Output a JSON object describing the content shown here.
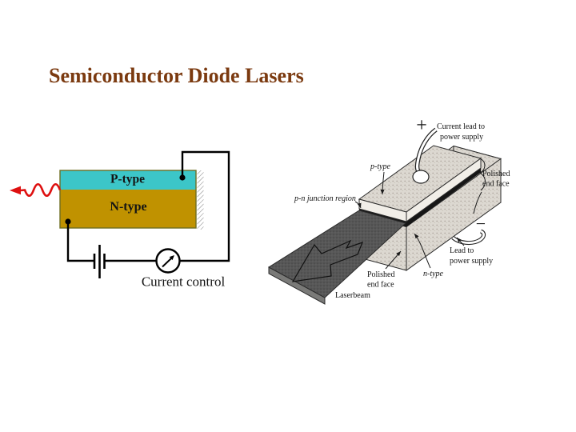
{
  "slide": {
    "title": "Semiconductor Diode Lasers",
    "title_color": "#7B3A10",
    "background": "#FFFFFF"
  },
  "left_diagram": {
    "p_type": "P-type",
    "n_type": "N-type",
    "current_control": "Current control",
    "colors": {
      "p_type_fill": "#3CC6C8",
      "n_type_fill": "#C09200",
      "laser_wave": "#DE1010",
      "wire": "#000000"
    }
  },
  "right_figure": {
    "plus": "+",
    "minus": "−",
    "current_lead": {
      "line1": "Current lead to",
      "line2": "power supply"
    },
    "p_type": "p-type",
    "polished_right": {
      "line1": "Polished",
      "line2": "end face"
    },
    "pn_junction": "p-n junction region",
    "lead": {
      "line1": "Lead to",
      "line2": "power supply"
    },
    "polished_front": {
      "line1": "Polished",
      "line2": "end face"
    },
    "n_type": "n-type",
    "laserbeam": "Laserbeam",
    "colors": {
      "chip_fill": "#DCD8D1",
      "beam_fill": "#575757",
      "junction_fill": "#161616"
    }
  }
}
